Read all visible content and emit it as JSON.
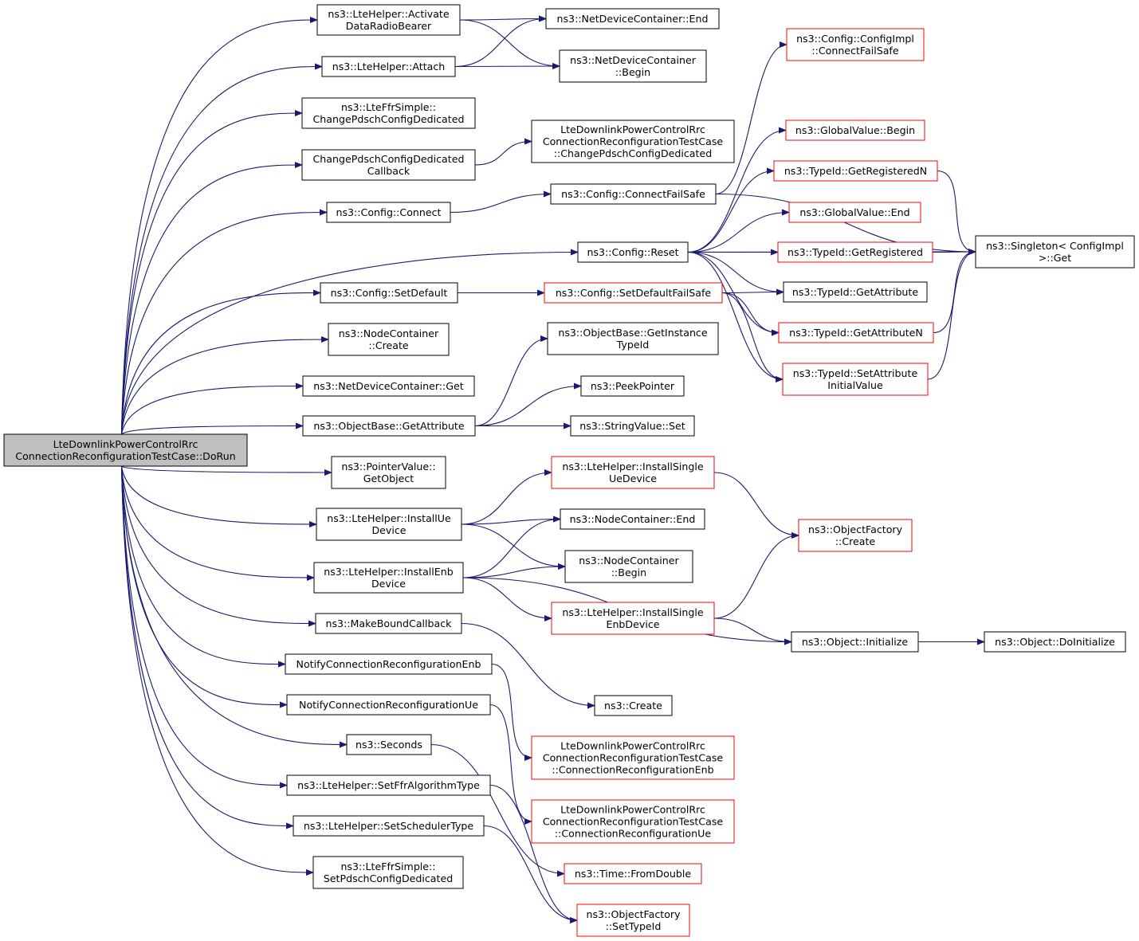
{
  "colors": {
    "edge": "#191970",
    "root_fill": "#bfbfbf",
    "node_border_default": "#000000",
    "node_border_truncated": "#ff0000",
    "node_fill": "#ffffff"
  },
  "nodes": [
    {
      "id": "root",
      "lines": [
        "LteDownlinkPowerControlRrc",
        "ConnectionReconfigurationTestCase::DoRun"
      ],
      "border": "black",
      "root": true
    },
    {
      "id": "activateDRB",
      "lines": [
        "ns3::LteHelper::Activate",
        "DataRadioBearer"
      ],
      "border": "black"
    },
    {
      "id": "attach",
      "lines": [
        "ns3::LteHelper::Attach"
      ],
      "border": "black"
    },
    {
      "id": "ffrChangePdsch",
      "lines": [
        "ns3::LteFfrSimple::",
        "ChangePdschConfigDedicated"
      ],
      "border": "black"
    },
    {
      "id": "changePdschCb",
      "lines": [
        "ChangePdschConfigDedicated",
        "Callback"
      ],
      "border": "black"
    },
    {
      "id": "configConnect",
      "lines": [
        "ns3::Config::Connect"
      ],
      "border": "black"
    },
    {
      "id": "configSetDefault",
      "lines": [
        "ns3::Config::SetDefault"
      ],
      "border": "black"
    },
    {
      "id": "nodeContCreate",
      "lines": [
        "ns3::NodeContainer",
        "::Create"
      ],
      "border": "black"
    },
    {
      "id": "ndcGet",
      "lines": [
        "ns3::NetDeviceContainer::Get"
      ],
      "border": "black"
    },
    {
      "id": "obGetAttr",
      "lines": [
        "ns3::ObjectBase::GetAttribute"
      ],
      "border": "black"
    },
    {
      "id": "pvGetObject",
      "lines": [
        "ns3::PointerValue::",
        "GetObject"
      ],
      "border": "black"
    },
    {
      "id": "installUe",
      "lines": [
        "ns3::LteHelper::InstallUe",
        "Device"
      ],
      "border": "black"
    },
    {
      "id": "installEnb",
      "lines": [
        "ns3::LteHelper::InstallEnb",
        "Device"
      ],
      "border": "black"
    },
    {
      "id": "makeBound",
      "lines": [
        "ns3::MakeBoundCallback"
      ],
      "border": "black"
    },
    {
      "id": "notifyEnb",
      "lines": [
        "NotifyConnectionReconfigurationEnb"
      ],
      "border": "black"
    },
    {
      "id": "notifyUe",
      "lines": [
        "NotifyConnectionReconfigurationUe"
      ],
      "border": "black"
    },
    {
      "id": "seconds",
      "lines": [
        "ns3::Seconds"
      ],
      "border": "black"
    },
    {
      "id": "setFfr",
      "lines": [
        "ns3::LteHelper::SetFfrAlgorithmType"
      ],
      "border": "black"
    },
    {
      "id": "setSched",
      "lines": [
        "ns3::LteHelper::SetSchedulerType"
      ],
      "border": "black"
    },
    {
      "id": "ffrSetPdsch",
      "lines": [
        "ns3::LteFfrSimple::",
        "SetPdschConfigDedicated"
      ],
      "border": "black"
    },
    {
      "id": "ndcEnd",
      "lines": [
        "ns3::NetDeviceContainer::End"
      ],
      "border": "black"
    },
    {
      "id": "ndcBegin",
      "lines": [
        "ns3::NetDeviceContainer",
        "::Begin"
      ],
      "border": "black"
    },
    {
      "id": "tcChangePdsch",
      "lines": [
        "LteDownlinkPowerControlRrc",
        "ConnectionReconfigurationTestCase",
        "::ChangePdschConfigDedicated"
      ],
      "border": "black"
    },
    {
      "id": "connectFailSafe",
      "lines": [
        "ns3::Config::ConnectFailSafe"
      ],
      "border": "black"
    },
    {
      "id": "configReset",
      "lines": [
        "ns3::Config::Reset"
      ],
      "border": "black"
    },
    {
      "id": "setDefaultFailSafe",
      "lines": [
        "ns3::Config::SetDefaultFailSafe"
      ],
      "border": "red"
    },
    {
      "id": "obGetInstTypeId",
      "lines": [
        "ns3::ObjectBase::GetInstance",
        "TypeId"
      ],
      "border": "black"
    },
    {
      "id": "peekPointer",
      "lines": [
        "ns3::PeekPointer"
      ],
      "border": "black"
    },
    {
      "id": "stringValueSet",
      "lines": [
        "ns3::StringValue::Set"
      ],
      "border": "black"
    },
    {
      "id": "installSingleUe",
      "lines": [
        "ns3::LteHelper::InstallSingle",
        "UeDevice"
      ],
      "border": "red"
    },
    {
      "id": "ncEnd",
      "lines": [
        "ns3::NodeContainer::End"
      ],
      "border": "black"
    },
    {
      "id": "ncBegin",
      "lines": [
        "ns3::NodeContainer",
        "::Begin"
      ],
      "border": "black"
    },
    {
      "id": "installSingleEnb",
      "lines": [
        "ns3::LteHelper::InstallSingle",
        "EnbDevice"
      ],
      "border": "red"
    },
    {
      "id": "nsCreate",
      "lines": [
        "ns3::Create"
      ],
      "border": "black"
    },
    {
      "id": "tcConnReconfEnb",
      "lines": [
        "LteDownlinkPowerControlRrc",
        "ConnectionReconfigurationTestCase",
        "::ConnectionReconfigurationEnb"
      ],
      "border": "red"
    },
    {
      "id": "tcConnReconfUe",
      "lines": [
        "LteDownlinkPowerControlRrc",
        "ConnectionReconfigurationTestCase",
        "::ConnectionReconfigurationUe"
      ],
      "border": "red"
    },
    {
      "id": "timeFromDouble",
      "lines": [
        "ns3::Time::FromDouble"
      ],
      "border": "red"
    },
    {
      "id": "ofSetTypeId",
      "lines": [
        "ns3::ObjectFactory",
        "::SetTypeId"
      ],
      "border": "red"
    },
    {
      "id": "cfgImplConnectFS",
      "lines": [
        "ns3::Config::ConfigImpl",
        "::ConnectFailSafe"
      ],
      "border": "red"
    },
    {
      "id": "gvBegin",
      "lines": [
        "ns3::GlobalValue::Begin"
      ],
      "border": "red"
    },
    {
      "id": "tidGetRegN",
      "lines": [
        "ns3::TypeId::GetRegisteredN"
      ],
      "border": "red"
    },
    {
      "id": "gvEnd",
      "lines": [
        "ns3::GlobalValue::End"
      ],
      "border": "red"
    },
    {
      "id": "tidGetReg",
      "lines": [
        "ns3::TypeId::GetRegistered"
      ],
      "border": "red"
    },
    {
      "id": "tidGetAttr",
      "lines": [
        "ns3::TypeId::GetAttribute"
      ],
      "border": "black"
    },
    {
      "id": "tidGetAttrN",
      "lines": [
        "ns3::TypeId::GetAttributeN"
      ],
      "border": "red"
    },
    {
      "id": "tidSetAttrInit",
      "lines": [
        "ns3::TypeId::SetAttribute",
        "InitialValue"
      ],
      "border": "red"
    },
    {
      "id": "singletonGet",
      "lines": [
        "ns3::Singleton< ConfigImpl",
        ">::Get"
      ],
      "border": "black"
    },
    {
      "id": "ofCreate",
      "lines": [
        "ns3::ObjectFactory",
        "::Create"
      ],
      "border": "red"
    },
    {
      "id": "objInitialize",
      "lines": [
        "ns3::Object::Initialize"
      ],
      "border": "black"
    },
    {
      "id": "objDoInitialize",
      "lines": [
        "ns3::Object::DoInitialize"
      ],
      "border": "black"
    }
  ],
  "edges": [
    [
      "root",
      "activateDRB"
    ],
    [
      "root",
      "attach"
    ],
    [
      "root",
      "ffrChangePdsch"
    ],
    [
      "root",
      "changePdschCb"
    ],
    [
      "root",
      "configConnect"
    ],
    [
      "root",
      "configReset"
    ],
    [
      "root",
      "configSetDefault"
    ],
    [
      "root",
      "nodeContCreate"
    ],
    [
      "root",
      "ndcGet"
    ],
    [
      "root",
      "obGetAttr"
    ],
    [
      "root",
      "pvGetObject"
    ],
    [
      "root",
      "installUe"
    ],
    [
      "root",
      "installEnb"
    ],
    [
      "root",
      "makeBound"
    ],
    [
      "root",
      "notifyEnb"
    ],
    [
      "root",
      "notifyUe"
    ],
    [
      "root",
      "seconds"
    ],
    [
      "root",
      "setFfr"
    ],
    [
      "root",
      "setSched"
    ],
    [
      "root",
      "ffrSetPdsch"
    ],
    [
      "activateDRB",
      "ndcEnd"
    ],
    [
      "activateDRB",
      "ndcBegin"
    ],
    [
      "attach",
      "ndcEnd"
    ],
    [
      "attach",
      "ndcBegin"
    ],
    [
      "changePdschCb",
      "tcChangePdsch"
    ],
    [
      "configConnect",
      "connectFailSafe"
    ],
    [
      "connectFailSafe",
      "cfgImplConnectFS"
    ],
    [
      "connectFailSafe",
      "singletonGet"
    ],
    [
      "configReset",
      "gvBegin"
    ],
    [
      "configReset",
      "tidGetRegN"
    ],
    [
      "configReset",
      "gvEnd"
    ],
    [
      "configReset",
      "tidGetReg"
    ],
    [
      "configReset",
      "tidGetAttr"
    ],
    [
      "configReset",
      "tidGetAttrN"
    ],
    [
      "configReset",
      "tidSetAttrInit"
    ],
    [
      "configReset",
      "singletonGet"
    ],
    [
      "configSetDefault",
      "setDefaultFailSafe"
    ],
    [
      "setDefaultFailSafe",
      "tidGetAttr"
    ],
    [
      "setDefaultFailSafe",
      "tidGetAttrN"
    ],
    [
      "setDefaultFailSafe",
      "tidSetAttrInit"
    ],
    [
      "tidGetRegN",
      "singletonGet"
    ],
    [
      "tidGetReg",
      "singletonGet"
    ],
    [
      "tidGetAttrN",
      "singletonGet"
    ],
    [
      "tidSetAttrInit",
      "singletonGet"
    ],
    [
      "obGetAttr",
      "obGetInstTypeId"
    ],
    [
      "obGetAttr",
      "peekPointer"
    ],
    [
      "obGetAttr",
      "stringValueSet"
    ],
    [
      "installUe",
      "installSingleUe"
    ],
    [
      "installUe",
      "ncEnd"
    ],
    [
      "installUe",
      "ncBegin"
    ],
    [
      "installEnb",
      "ncEnd"
    ],
    [
      "installEnb",
      "ncBegin"
    ],
    [
      "installEnb",
      "installSingleEnb"
    ],
    [
      "installEnb",
      "objInitialize"
    ],
    [
      "installSingleUe",
      "ofCreate"
    ],
    [
      "installSingleEnb",
      "ofCreate"
    ],
    [
      "installSingleEnb",
      "objInitialize"
    ],
    [
      "objInitialize",
      "objDoInitialize"
    ],
    [
      "makeBound",
      "nsCreate"
    ],
    [
      "notifyEnb",
      "tcConnReconfEnb"
    ],
    [
      "notifyUe",
      "tcConnReconfUe"
    ],
    [
      "seconds",
      "timeFromDouble"
    ],
    [
      "setFfr",
      "ofSetTypeId"
    ],
    [
      "setSched",
      "ofSetTypeId"
    ]
  ]
}
